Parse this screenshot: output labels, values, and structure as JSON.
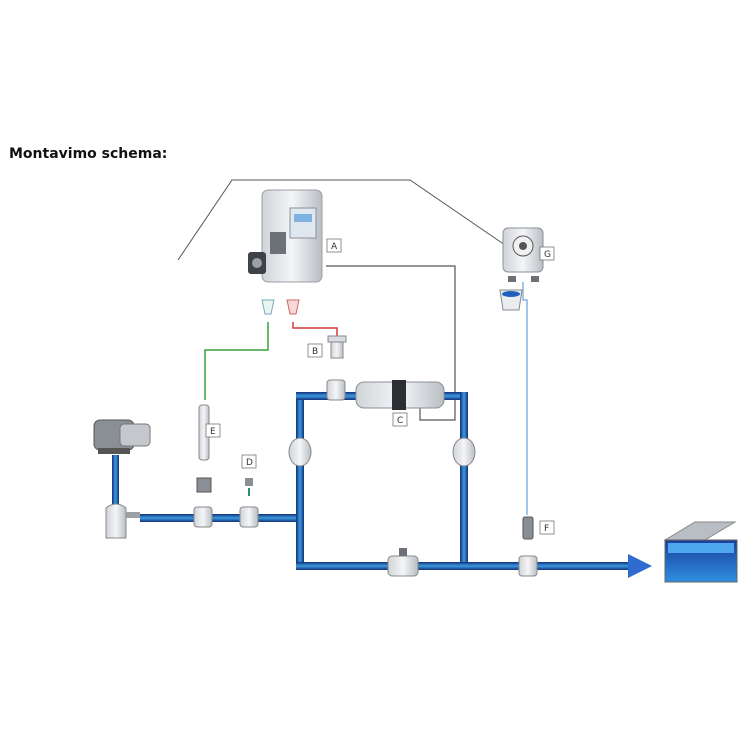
{
  "title": "Montavimo schema:",
  "labels": {
    "A": "A",
    "B": "B",
    "C": "C",
    "D": "D",
    "E": "E",
    "F": "F",
    "G": "G"
  },
  "colors": {
    "pipe_dark": "#1a3a8c",
    "pipe_light": "#3b9be0",
    "probe_line_green": "#3aa33a",
    "probe_line_red": "#d23a3a",
    "signal_line": "#555555",
    "dosing_line": "#6fa8dc",
    "pool_water": "#1e5fc0"
  }
}
